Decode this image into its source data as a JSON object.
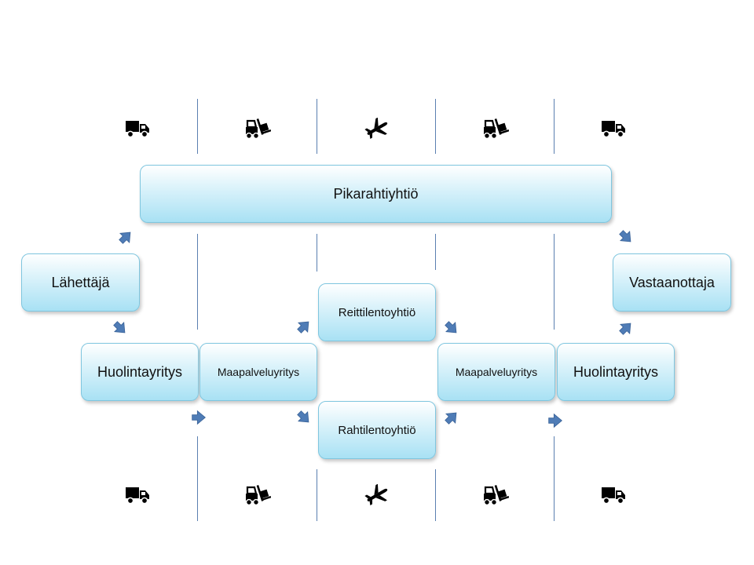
{
  "nodes": {
    "pikarahtiyhtio": "Pikarahtiyhtiö",
    "lahettaja": "Lähettäjä",
    "vastaanottaja": "Vastaanottaja",
    "huolintayritys_left": "Huolintayritys",
    "maapalveluyritys_left": "Maapalveluyritys",
    "reittilentoyhtio": "Reittilentoyhtiö",
    "rahtilentoyhtio": "Rahtilentoyhtiö",
    "maapalveluyritys_right": "Maapalveluyritys",
    "huolintayritys_right": "Huolintayritys"
  },
  "icon_rows": {
    "top": [
      "truck-icon",
      "forklift-icon",
      "airplane-icon",
      "forklift-icon",
      "truck-icon"
    ],
    "bottom": [
      "truck-icon",
      "forklift-icon",
      "airplane-icon",
      "forklift-icon",
      "truck-icon"
    ]
  },
  "colors": {
    "box_fill_top": "#ffffff",
    "box_fill_bottom": "#a8e1f4",
    "box_border": "#7fc6df",
    "arrow_fill": "#4f7cb6",
    "divider": "#5a7fb0",
    "icon": "#000000"
  }
}
